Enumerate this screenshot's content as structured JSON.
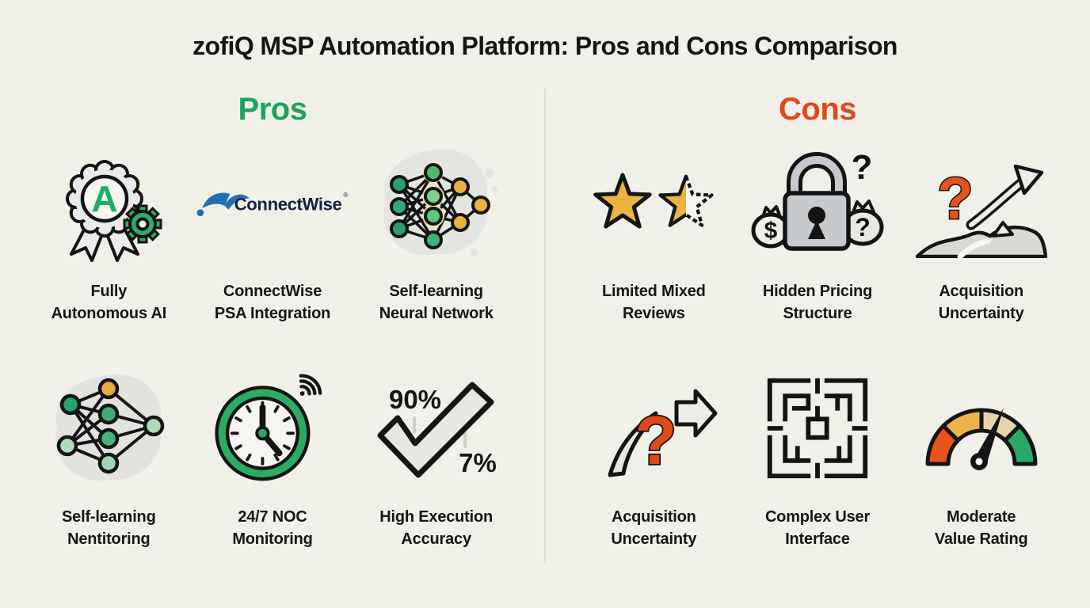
{
  "title": "zofiQ MSP Automation Platform: Pros and Cons Comparison",
  "pros": {
    "heading": "Pros",
    "accent_color": "#1ba45c",
    "items": [
      {
        "icon": "award-badge-icon",
        "lines": [
          "Fully",
          "Autonomous AI"
        ]
      },
      {
        "icon": "connectwise-logo",
        "lines": [
          "ConnectWise",
          "PSA Integration"
        ]
      },
      {
        "icon": "neural-network-icon",
        "lines": [
          "Self-learning",
          "Neural Network"
        ]
      },
      {
        "icon": "neural-network-icon",
        "lines": [
          "Self-learning",
          "Nentitoring"
        ]
      },
      {
        "icon": "clock-noc-icon",
        "lines": [
          "24/7 NOC",
          "Monitoring"
        ]
      },
      {
        "icon": "checkmark-accuracy-icon",
        "lines": [
          "High Execution",
          "Accuracy"
        ]
      }
    ]
  },
  "cons": {
    "heading": "Cons",
    "accent_color": "#e0481a",
    "items": [
      {
        "icon": "star-rating-icon",
        "lines": [
          "Limited Mixed",
          "Reviews"
        ]
      },
      {
        "icon": "locked-pricing-icon",
        "lines": [
          "Hidden Pricing",
          "Structure"
        ]
      },
      {
        "icon": "uncertain-growth-icon",
        "lines": [
          "Acquisition",
          "Uncertainty"
        ]
      },
      {
        "icon": "question-arrow-icon",
        "lines": [
          "Acquisition",
          "Uncertainty"
        ]
      },
      {
        "icon": "maze-icon",
        "lines": [
          "Complex User",
          "Interface"
        ]
      },
      {
        "icon": "gauge-icon",
        "lines": [
          "Moderate",
          "Value Rating"
        ]
      }
    ]
  },
  "icon_text": {
    "badge_letter": "A",
    "connectwise_wordmark": "ConnectWise",
    "registered_mark": "®",
    "accuracy_top": "90%",
    "accuracy_bottom": "7%",
    "dollar_sign": "$",
    "question_mark": "?"
  },
  "colors": {
    "background": "#f1f0e8",
    "pros_accent": "#1ba45c",
    "cons_accent": "#e0481a",
    "ink": "#161616",
    "gold": "#ebb33f",
    "orange_icon": "#e8521c",
    "green_icon": "#2bab64",
    "gray_icon": "#c7cacd",
    "connectwise_blue": "#2070b4",
    "connectwise_navy": "#13233f"
  }
}
